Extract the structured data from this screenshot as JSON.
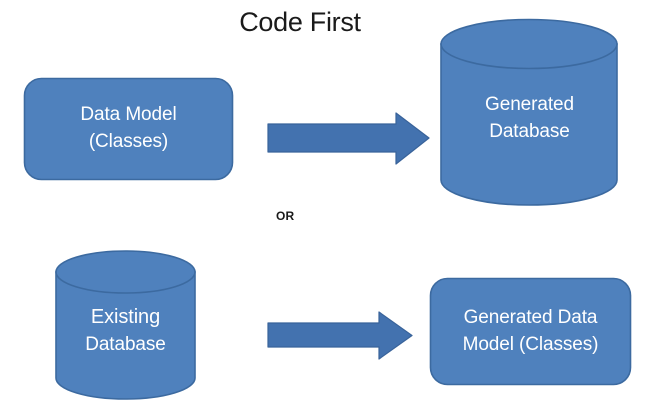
{
  "diagram": {
    "title": "Code First",
    "connector_label": "OR",
    "colors": {
      "shape_fill": "#4F81BD",
      "shape_stroke": "#3C6AA0",
      "shape_text": "#FFFFFF",
      "title_text": "#1A1A1A",
      "background": "#FFFFFF"
    },
    "nodes": [
      {
        "id": "data-model",
        "shape": "rounded-rectangle",
        "lines": [
          "Data Model",
          "(Classes)"
        ]
      },
      {
        "id": "generated-database",
        "shape": "cylinder",
        "lines": [
          "Generated",
          "Database"
        ]
      },
      {
        "id": "existing-database",
        "shape": "cylinder",
        "lines": [
          "Existing",
          "Database"
        ]
      },
      {
        "id": "generated-data-model",
        "shape": "rounded-rectangle",
        "lines": [
          "Generated Data",
          "Model (Classes)"
        ]
      }
    ],
    "edges": [
      {
        "id": "arrow-top",
        "from": "data-model",
        "to": "generated-database",
        "style": "block-arrow-right"
      },
      {
        "id": "arrow-bottom",
        "from": "existing-database",
        "to": "generated-data-model",
        "style": "block-arrow-right"
      }
    ]
  }
}
